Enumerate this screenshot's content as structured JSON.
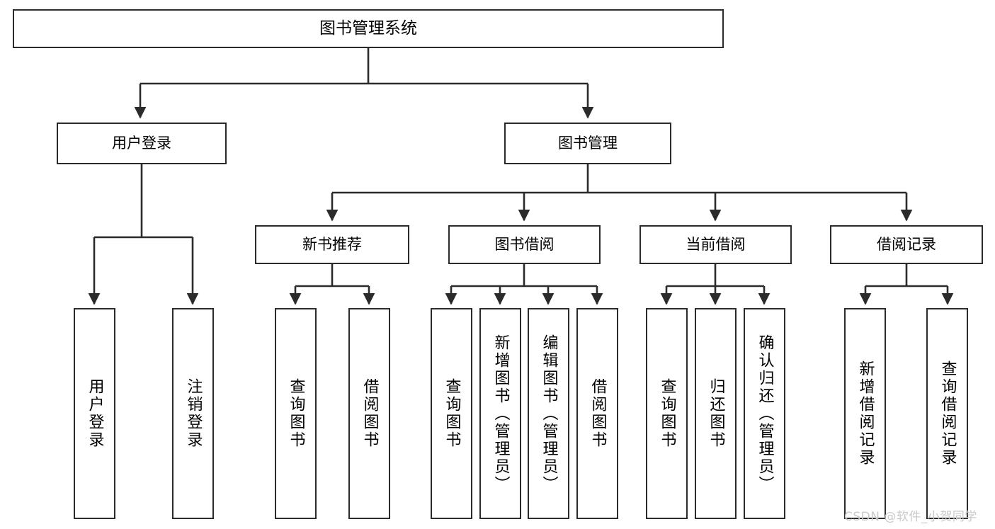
{
  "diagram": {
    "title": "图书管理系统",
    "type": "tree-hierarchy",
    "root": {
      "label": "图书管理系统"
    },
    "level2": [
      {
        "label": "用户登录"
      },
      {
        "label": "图书管理"
      }
    ],
    "level3": [
      {
        "label": "新书推荐"
      },
      {
        "label": "图书借阅"
      },
      {
        "label": "当前借阅"
      },
      {
        "label": "借阅记录"
      }
    ],
    "leaves": {
      "user_login": [
        {
          "label": "用户登录"
        },
        {
          "label": "注销登录"
        }
      ],
      "new_book_recommend": [
        {
          "label": "查询图书"
        },
        {
          "label": "借阅图书"
        }
      ],
      "book_borrow": [
        {
          "label": "查询图书"
        },
        {
          "label": "新增图书（管理员）"
        },
        {
          "label": "编辑图书（管理员）"
        },
        {
          "label": "借阅图书"
        }
      ],
      "current_borrow": [
        {
          "label": "查询图书"
        },
        {
          "label": "归还图书"
        },
        {
          "label": "确认归还（管理员）"
        }
      ],
      "borrow_record": [
        {
          "label": "新增借阅记录"
        },
        {
          "label": "查询借阅记录"
        }
      ]
    }
  },
  "watermark": {
    "text": "CSDN @软件_小贺同学"
  },
  "colors": {
    "stroke": "#2b2b2b",
    "background": "#ffffff",
    "watermark": "#c9c9c9"
  }
}
